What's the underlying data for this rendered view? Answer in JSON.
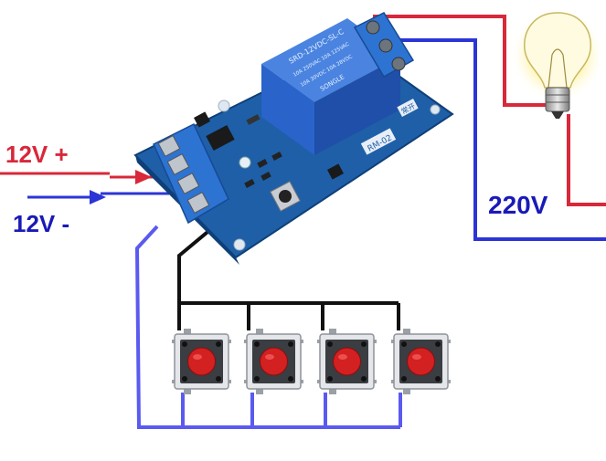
{
  "labels": {
    "positive_input": "12V +",
    "negative_input": "12V -",
    "mains_voltage": "220V"
  },
  "relay_module": {
    "relay_brand": "SONGLE",
    "relay_model": "SRD-12VDC-SL-C",
    "relay_rating_1": "10A 250VAC 10A 125VAC",
    "relay_rating_2": "10A 30VDC 10A 28VDC",
    "board_model": "RM-02",
    "board_mark": "常开"
  },
  "push_buttons": [
    {
      "name": "button-1"
    },
    {
      "name": "button-2"
    },
    {
      "name": "button-3"
    },
    {
      "name": "button-4"
    }
  ],
  "colors": {
    "positive_wire": "#d8283a",
    "negative_wire": "#2b35d6",
    "button_wire": "#5a5af0",
    "common_wire": "#111111",
    "board": "#1e5fa8",
    "relay": "#2a63c9",
    "terminal": "#2d73d2",
    "button_cap": "#d32020",
    "label_red": "#d8283a",
    "label_blue": "#1a1ab8"
  }
}
